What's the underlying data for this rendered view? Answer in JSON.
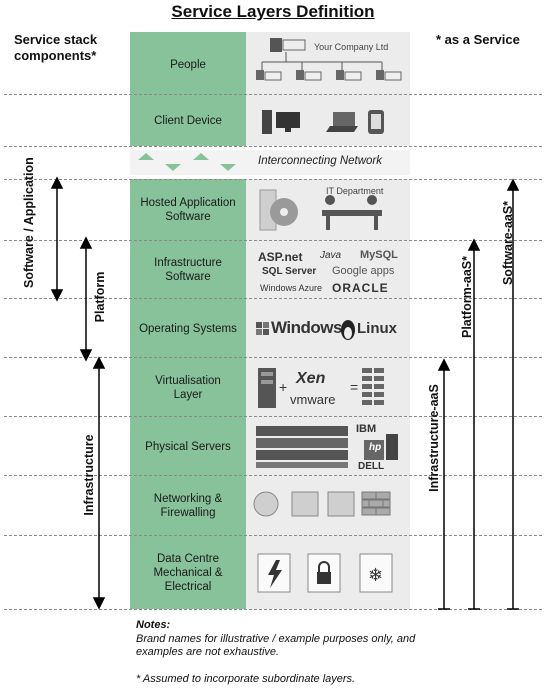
{
  "title": "Service Layers Definition",
  "left_heading": "Service stack components*",
  "right_heading": "* as a Service",
  "interconnect_label": "Interconnecting Network",
  "layers": [
    {
      "label": "People"
    },
    {
      "label": "Client Device"
    },
    {
      "label": "Hosted Application Software"
    },
    {
      "label": "Infrastructure Software"
    },
    {
      "label": "Operating Systems"
    },
    {
      "label": "Virtualisation Layer"
    },
    {
      "label": "Physical Servers"
    },
    {
      "label": "Networking & Firewalling"
    },
    {
      "label": "Data Centre Mechanical & Electrical"
    }
  ],
  "icons": {
    "company": "Your Company Ltd",
    "it_dept": "IT Department"
  },
  "brands": {
    "aspnet": "ASP.net",
    "java": "Java",
    "mysql": "MySQL",
    "sqlserver": "SQL Server",
    "googleapps": "Google apps",
    "azure": "Windows Azure",
    "oracle": "ORACLE",
    "windows": "Windows",
    "linux": "Linux",
    "xen": "Xen",
    "vmware": "vmware",
    "ibm": "IBM",
    "hp": "hp",
    "dell": "DELL"
  },
  "left_brackets": [
    {
      "label": "Software / Application"
    },
    {
      "label": "Platform"
    },
    {
      "label": "Infrastructure"
    }
  ],
  "right_brackets": [
    {
      "label": "Infrastructure-aaS"
    },
    {
      "label": "Platform-aaS*"
    },
    {
      "label": "Software-aaS*"
    }
  ],
  "notes": {
    "heading": "Notes:",
    "line1": "Brand names for illustrative / example purposes only, and examples are not exhaustive.",
    "line2": "* Assumed to incorporate subordinate layers."
  }
}
